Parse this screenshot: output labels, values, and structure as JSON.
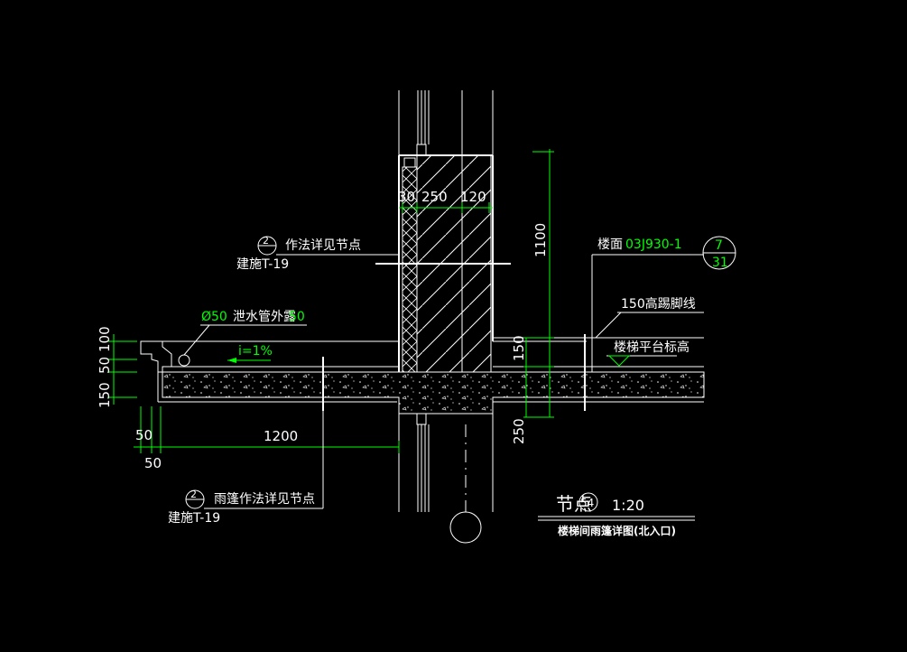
{
  "colors": {
    "background": "#000000",
    "line": "#ffffff",
    "dimension": "#00ff00"
  },
  "dimensions": {
    "d30": "30",
    "d250": "250",
    "d120": "120",
    "d1100": "1100",
    "d150_right": "150",
    "d250_right": "250",
    "d100_left": "100",
    "d50_left": "50",
    "d150_left": "150",
    "d50_bottom_a": "50",
    "d50_bottom_b": "50",
    "d1200": "1200"
  },
  "callouts": {
    "top_ref": {
      "number": "2",
      "text": "作法详见节点",
      "sheet": "建施T-19"
    },
    "bottom_ref": {
      "number": "2",
      "text": "雨篷作法详见节点",
      "sheet": "建施T-19"
    },
    "drain_pipe": {
      "prefix": "Ø50",
      "text": "泄水管外露",
      "value": "50"
    },
    "slope": "i=1%",
    "floor_finish": {
      "label": "楼面",
      "code": "03J930-1",
      "index_top": "7",
      "index_bottom": "31"
    },
    "skirting": "150高踢脚线",
    "platform_level": "楼梯平台标高"
  },
  "title_block": {
    "label": "节点",
    "number": "54",
    "scale": "1:20",
    "subtitle": "楼梯间雨篷详图(北入口)"
  }
}
